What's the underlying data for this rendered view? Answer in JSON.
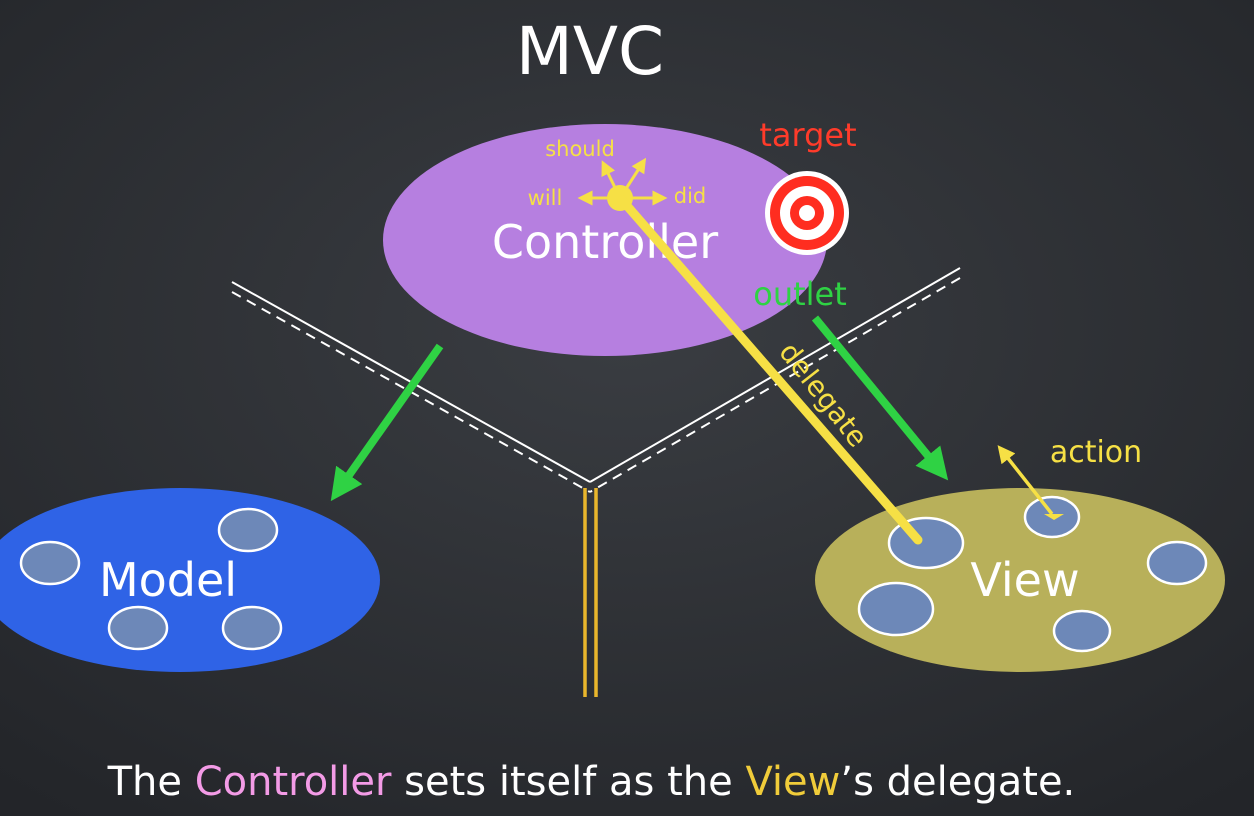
{
  "title": "MVC",
  "controller": {
    "label": "Controller"
  },
  "model": {
    "label": "Model"
  },
  "view": {
    "label": "View"
  },
  "delegate_words": {
    "should": "should",
    "will": "will",
    "did": "did"
  },
  "labels": {
    "target": "target",
    "outlet": "outlet",
    "delegate": "delegate",
    "action": "action"
  },
  "caption": {
    "prefix": "The ",
    "controller": "Controller",
    "middle": " sets itself as the ",
    "view": "View",
    "suffix": "’s delegate."
  },
  "colors": {
    "background": "#2a2d31",
    "controller": "#b67fe0",
    "model": "#2f63e6",
    "view": "#b8b05a",
    "subview": "#6d88b8",
    "chalk_yellow": "#f6e045",
    "chalk_green": "#2fd244",
    "chalk_red": "#ff3b2a",
    "caption_pink": "#f39be6",
    "caption_yellow": "#f0cc3a",
    "divider_yellow": "#e9b62c"
  }
}
